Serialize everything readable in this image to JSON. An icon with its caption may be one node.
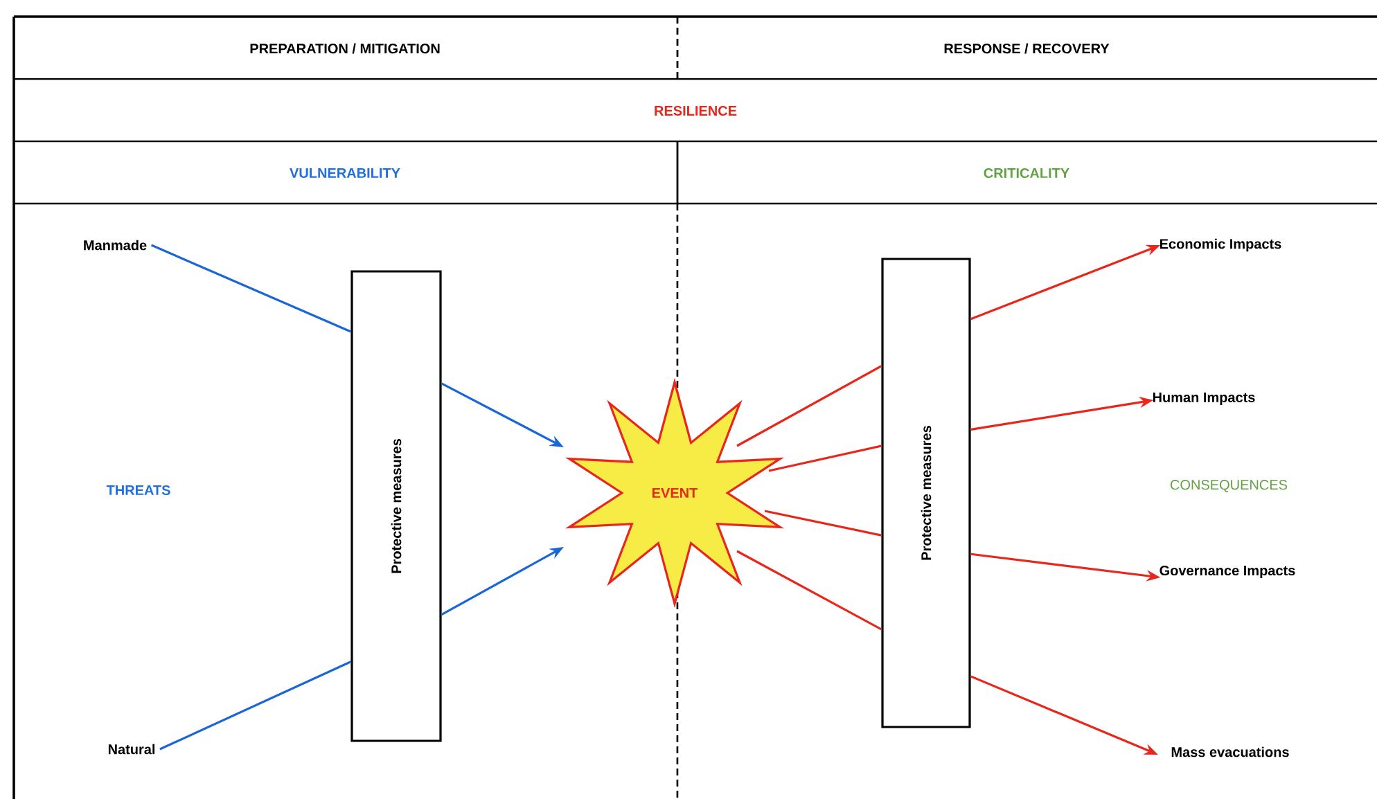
{
  "diagram": {
    "nodes": [
      {
        "text": [
          "PREPARATION / MITIGATION"
        ]
      },
      {
        "text": [
          "RESPONSE / RECOVERY"
        ]
      },
      {
        "text": [
          "RESILIENCE"
        ]
      },
      {
        "text": [
          "VULNERABILITY"
        ]
      },
      {
        "text": [
          "CRITICALITY"
        ]
      },
      {
        "text": [
          "Manmade"
        ]
      },
      {
        "text": [
          "Natural"
        ]
      },
      {
        "text": [
          "Protective measures"
        ]
      },
      {
        "text": [
          "EVENT"
        ]
      },
      {
        "text": [
          "Protective measures"
        ]
      },
      {
        "text": [
          "Economic Impacts"
        ]
      },
      {
        "text": [
          "Human Impacts"
        ]
      },
      {
        "text": [
          "Governance Impacts"
        ]
      },
      {
        "text": [
          "Mass evacuations"
        ]
      }
    ],
    "edges": [
      {
        "from": 5,
        "to": 7,
        "arrow": "none",
        "color": "#1a66d9"
      },
      {
        "from": 7,
        "to": 8,
        "arrow": "to",
        "color": "#1a66d9"
      },
      {
        "from": 6,
        "to": 7,
        "arrow": "none",
        "color": "#1a66d9"
      },
      {
        "from": 7,
        "to": 8,
        "arrow": "to",
        "color": "#1a66d9"
      },
      {
        "from": 8,
        "to": 9,
        "arrow": "none"
      },
      {
        "from": 8,
        "to": 9,
        "arrow": "none"
      },
      {
        "from": 8,
        "to": 9,
        "arrow": "none"
      },
      {
        "from": 8,
        "to": 9,
        "arrow": "none"
      },
      {
        "from": 9,
        "to": 10,
        "arrow": "to"
      },
      {
        "from": 9,
        "to": 11,
        "arrow": "to"
      },
      {
        "from": 9,
        "to": 12,
        "arrow": "to"
      },
      {
        "from": 9,
        "to": 13,
        "arrow": "to"
      }
    ],
    "labels": [
      "THREATS",
      "CONSEQUENCES"
    ]
  }
}
